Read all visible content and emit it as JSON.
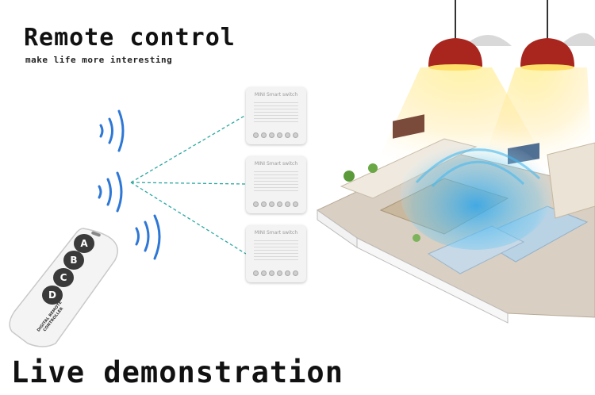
{
  "title": "Remote control",
  "subtitle": "make life more interesting",
  "footer": "Live demonstration",
  "remote": {
    "buttons": [
      "A",
      "B",
      "C",
      "D"
    ],
    "label_line1": "DIGITAL REMOTE",
    "label_line2": "CONTROLLER"
  },
  "modules": [
    {
      "label": "MINI Smart switch"
    },
    {
      "label": "MINI Smart switch"
    },
    {
      "label": "MINI Smart switch"
    }
  ],
  "colors": {
    "lamp_shade": "#a8261e",
    "lamp_glow": "#ffd54a",
    "signal_line": "#2aa8a0",
    "radio_wave": "#2d77d6",
    "wifi_zone": "#3fb4f0"
  }
}
